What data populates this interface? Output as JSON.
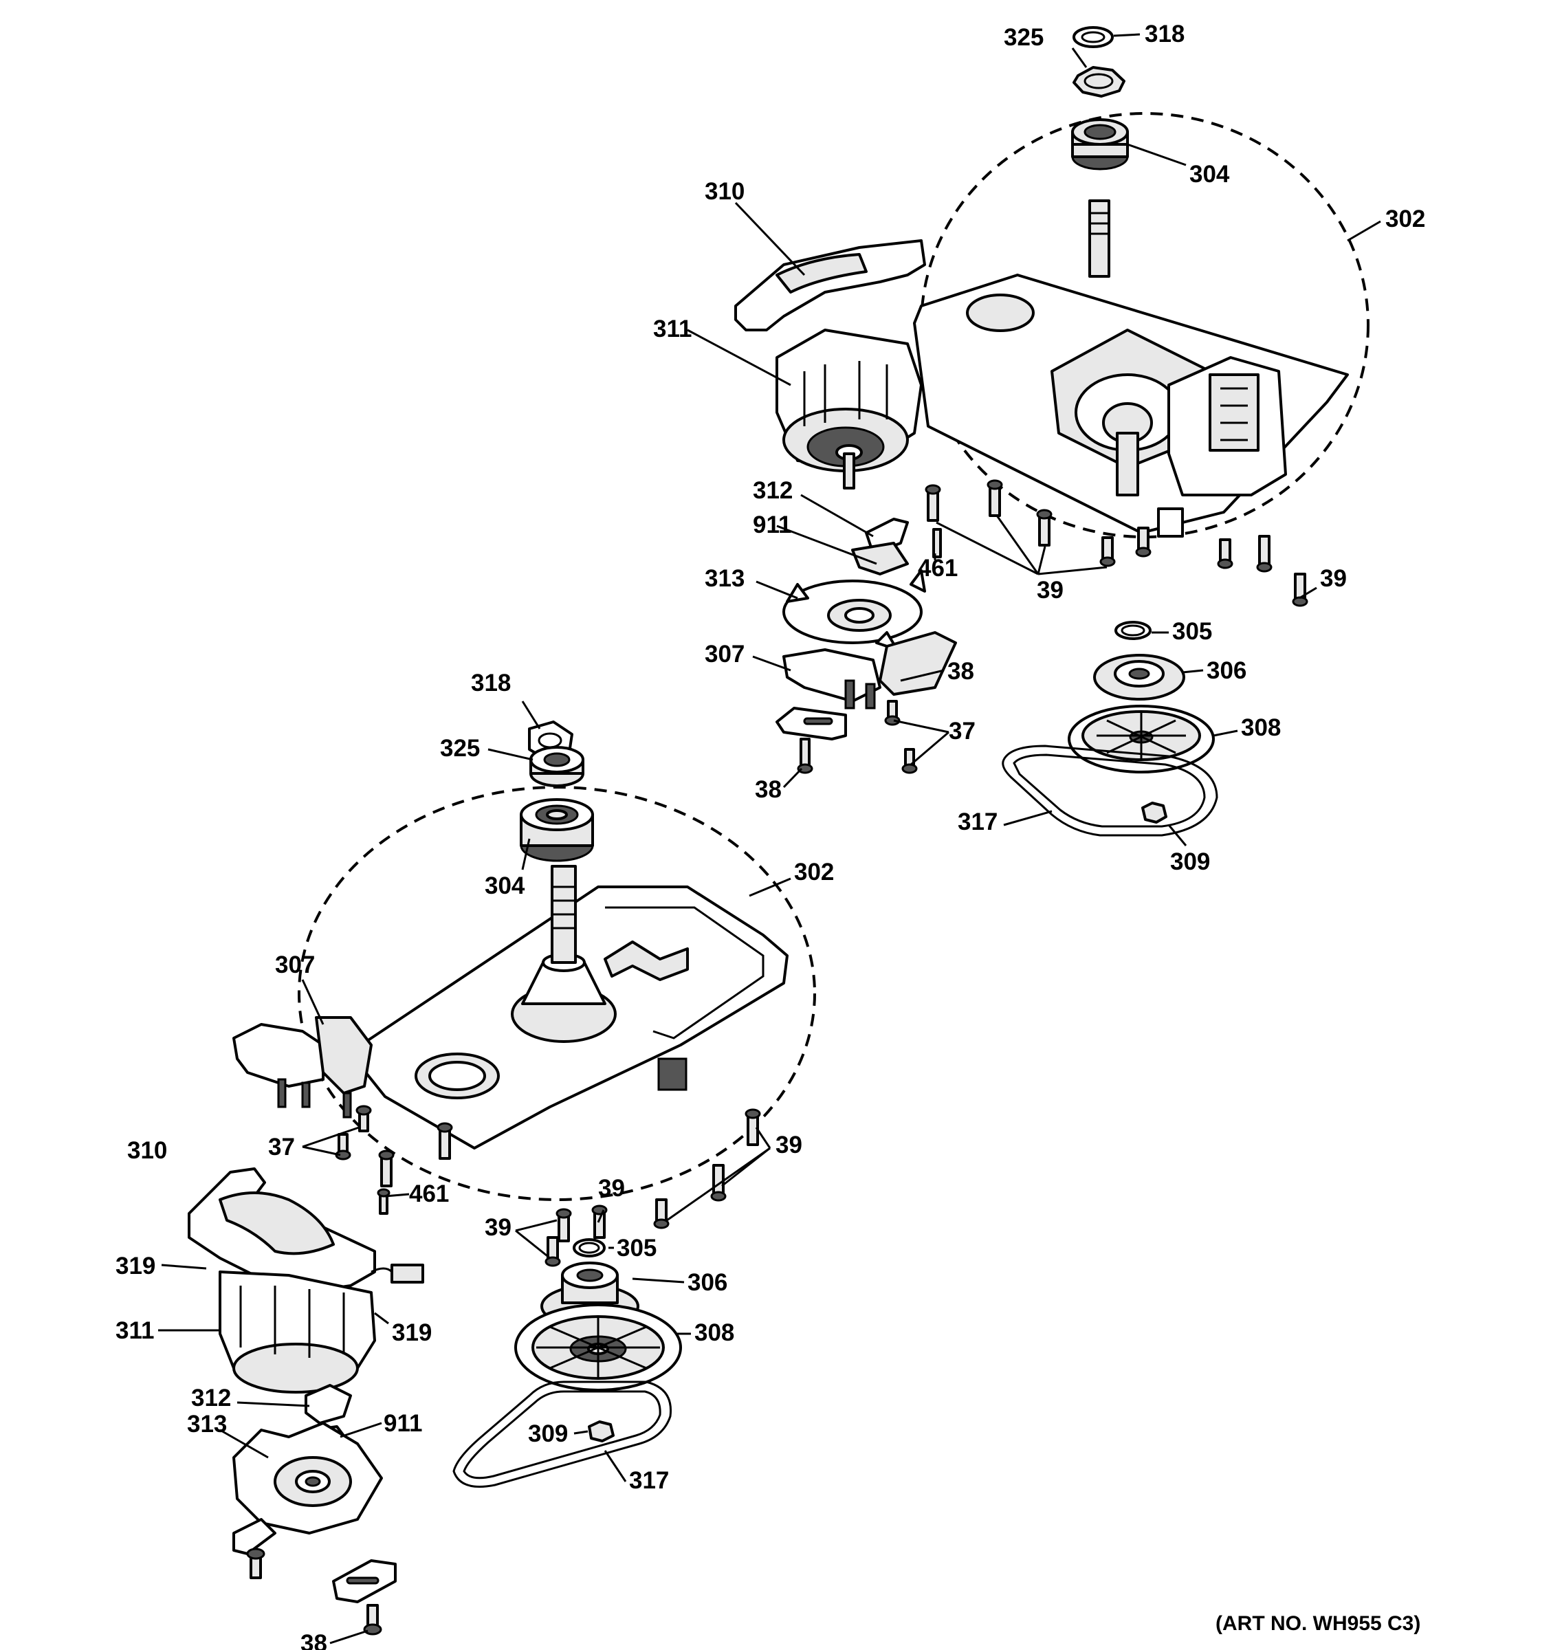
{
  "diagram": {
    "art_number": "(ART NO. WH955 C3)",
    "upper_assembly": {
      "callouts": {
        "c325": "325",
        "c318": "318",
        "c304": "304",
        "c302": "302",
        "c310": "310",
        "c311": "311",
        "c312": "312",
        "c911": "911",
        "c461": "461",
        "c39a": "39",
        "c39b": "39",
        "c313": "313",
        "c307": "307",
        "c38a": "38",
        "c37": "37",
        "c38b": "38",
        "c305": "305",
        "c306": "306",
        "c308": "308",
        "c317": "317",
        "c309": "309"
      }
    },
    "lower_assembly": {
      "callouts": {
        "c318": "318",
        "c325": "325",
        "c304": "304",
        "c302": "302",
        "c307": "307",
        "c37": "37",
        "c39a": "39",
        "c461": "461",
        "c39b": "39",
        "c39c": "39",
        "c305": "305",
        "c310": "310",
        "c319a": "319",
        "c306": "306",
        "c311": "311",
        "c319b": "319",
        "c308": "308",
        "c312": "312",
        "c911": "911",
        "c309": "309",
        "c313": "313",
        "c317": "317",
        "c38": "38"
      }
    }
  }
}
